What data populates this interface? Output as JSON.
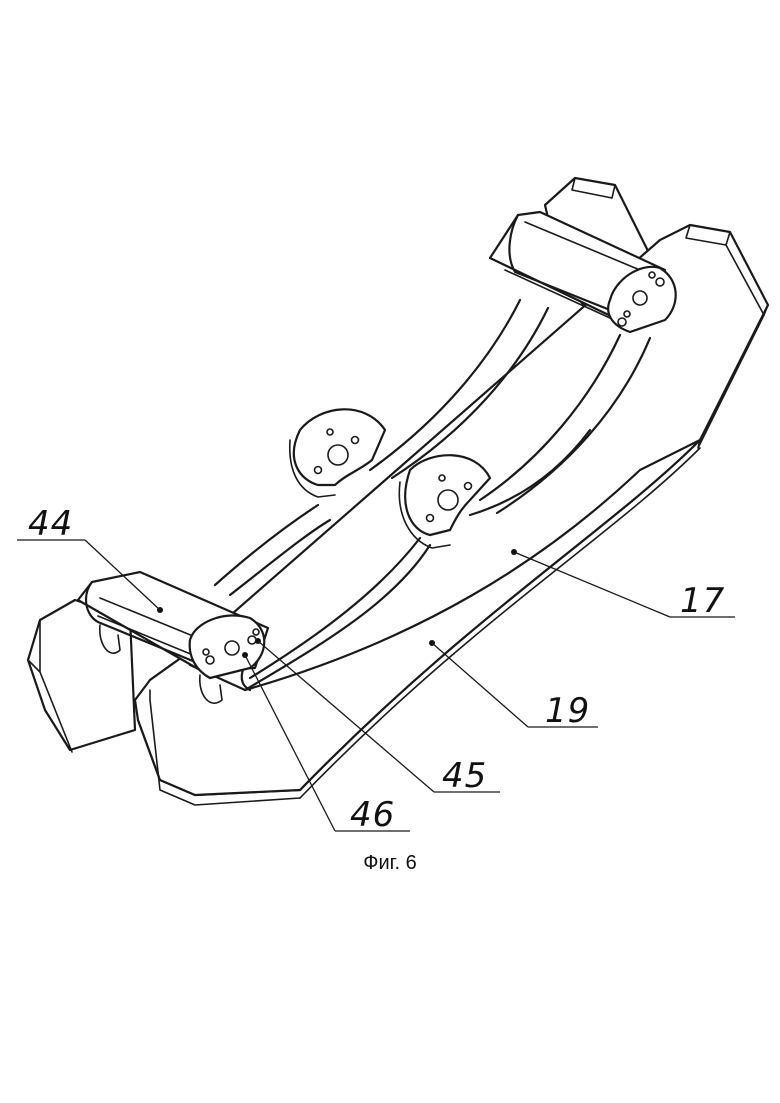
{
  "figure": {
    "caption": "Фиг. 6",
    "reference_labels": {
      "part_17": "17",
      "part_19": "19",
      "part_44": "44",
      "part_45": "45",
      "part_46": "46"
    }
  }
}
